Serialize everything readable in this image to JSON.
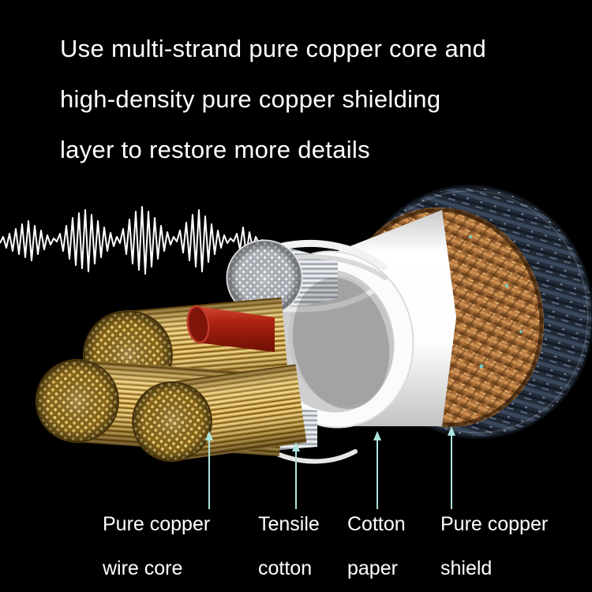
{
  "headline": {
    "lines": [
      "Use multi-strand pure copper core and",
      "high-density pure copper shielding",
      "layer to restore more details"
    ]
  },
  "diagram": {
    "labels": [
      {
        "id": "wire-core",
        "line1": "Pure copper",
        "line2": "wire core"
      },
      {
        "id": "tensile-cotton",
        "line1": "Tensile",
        "line2": "cotton"
      },
      {
        "id": "cotton-paper",
        "line1": "Cotton",
        "line2": "paper"
      },
      {
        "id": "copper-shield",
        "line1": "Pure copper",
        "line2": "shield"
      }
    ],
    "icons": [
      "waveform-graphic",
      "outer-jacket-braid",
      "copper-shield-braid",
      "cotton-paper-layer",
      "red-insulated-wire",
      "tensile-cotton-bundle",
      "copper-wire-core-bundle",
      "up-arrow"
    ],
    "colors": {
      "background": "#000000",
      "text": "#ffffff",
      "arrow": "#aee4de",
      "copper_braid": "#b0763d",
      "gold_wire": "#d9b459",
      "red_insulation": "#a6200f",
      "cotton_paper": "#f4f4f4",
      "outer_jacket": "#2a3341",
      "waveform": "#ffffff"
    }
  }
}
